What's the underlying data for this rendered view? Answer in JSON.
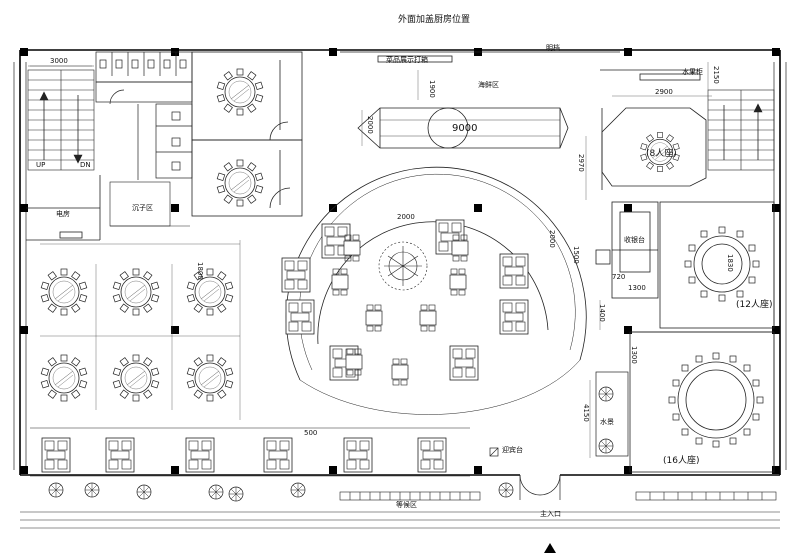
{
  "title": "外面加盖厨房位置",
  "labels": {
    "display_counter": "菜品展示打箱",
    "seafood_area": "海鲜区",
    "corridor": "明档",
    "water_bar": "水果柜",
    "electric_room": "电房",
    "dining_zone": "沉子区",
    "cashier": "收银台",
    "room_8": "(8人座)",
    "room_12": "(12人座)",
    "room_16": "(16人座)",
    "reception": "迎宾台",
    "entrance": "主入口",
    "waiting": "等候区",
    "water_feature": "水景",
    "stair_up": "UP",
    "stair_dn": "DN"
  },
  "dimensions": {
    "d3000": "3000",
    "d1900": "1900",
    "d2000": "2000",
    "d9000": "9000",
    "d2900": "2900",
    "d2150": "2150",
    "d2970": "2970",
    "d1830": "1830",
    "d720": "720",
    "d1300": "1300",
    "d1400": "1400",
    "d4150": "4150",
    "d2000b": "2000",
    "d2000c": "2000",
    "d1500": "1500",
    "d1300b": "1300",
    "d1800": "1800",
    "d500": "500"
  },
  "colors": {
    "line": "#222222",
    "wall": "#000000"
  }
}
